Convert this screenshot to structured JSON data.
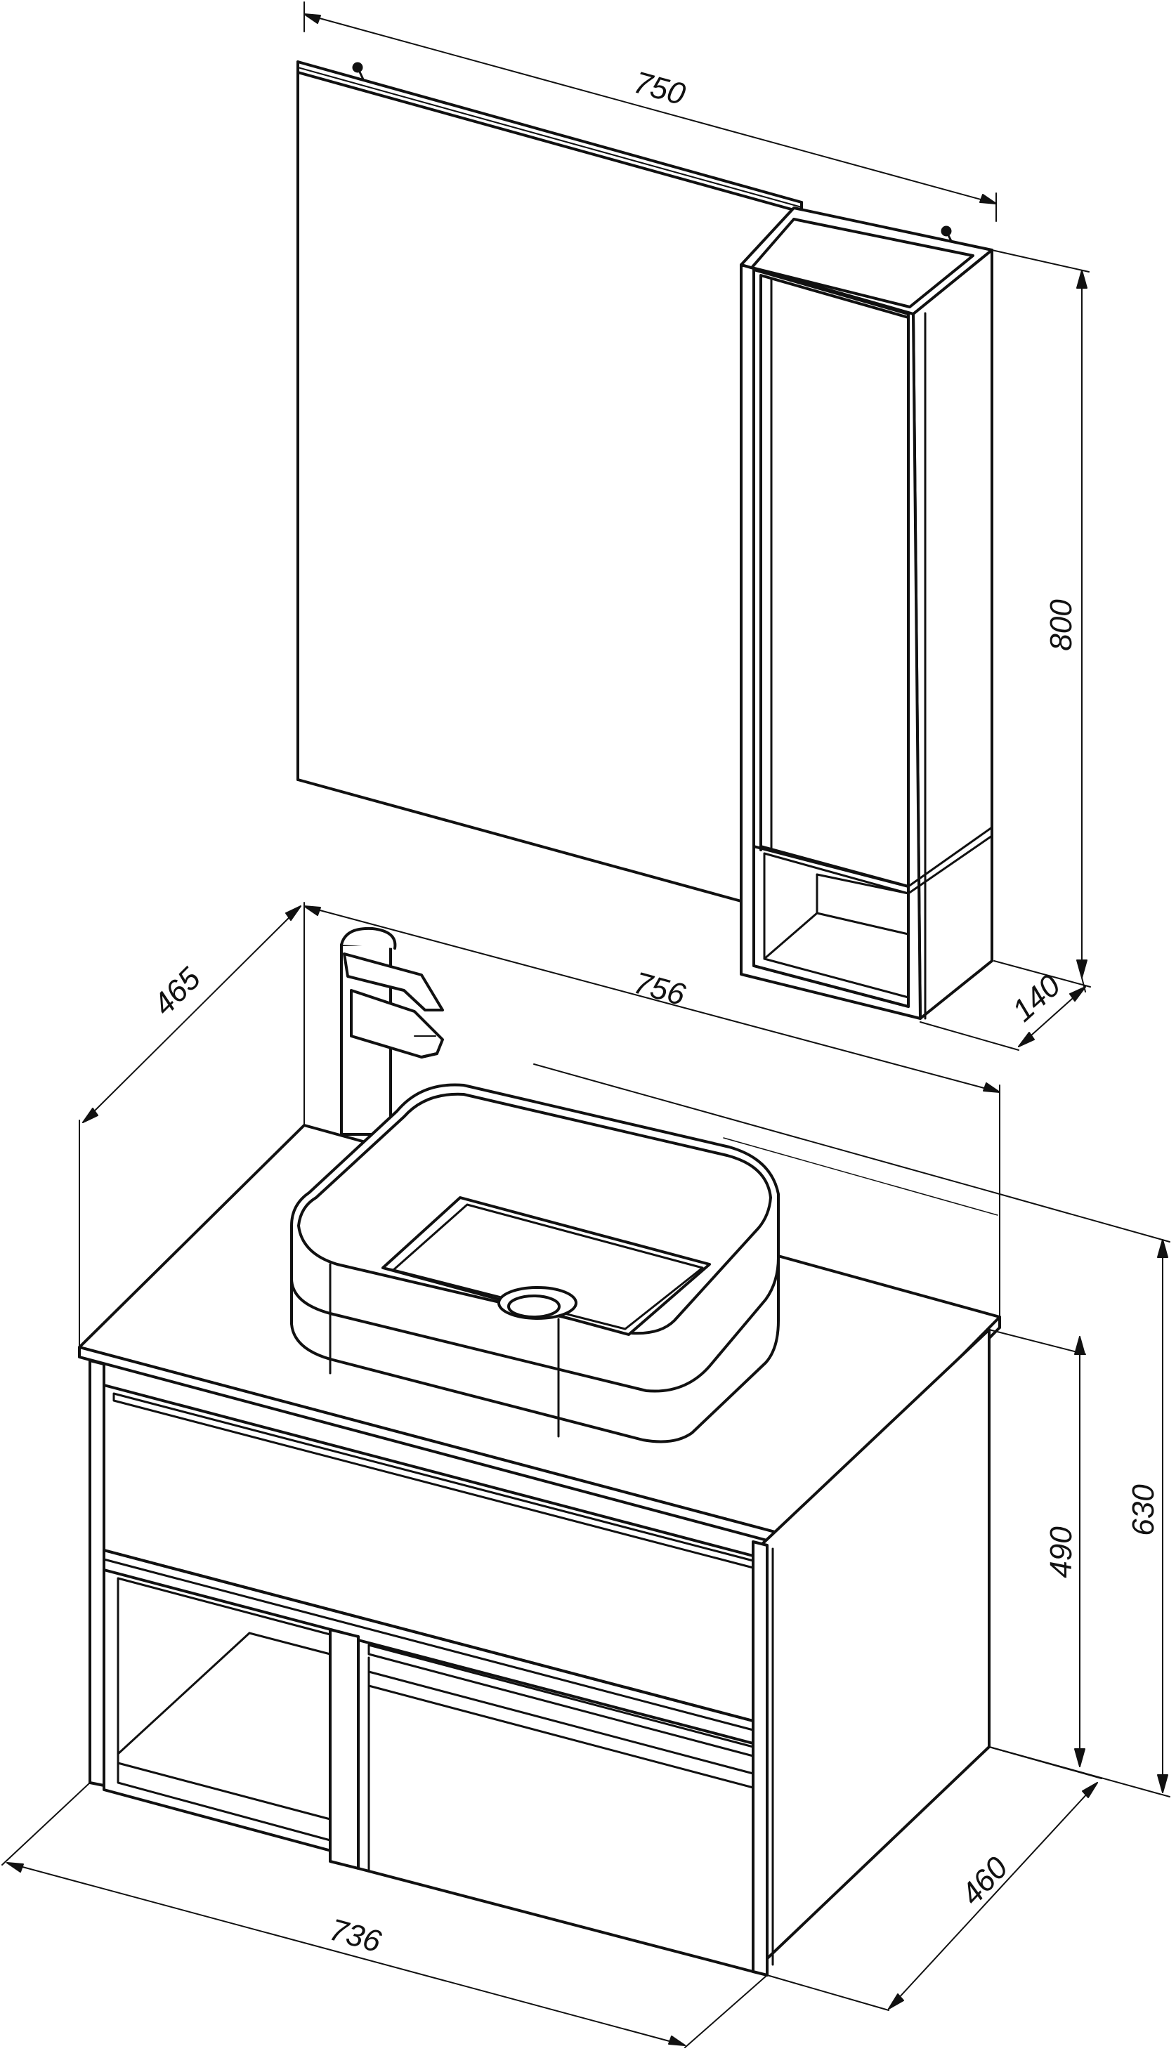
{
  "diagram": {
    "colors": {
      "line": "#111111",
      "background": "#ffffff"
    },
    "mirror_cabinet": {
      "width_label": "750",
      "height_label": "800",
      "depth_label": "140"
    },
    "vanity": {
      "countertop_depth_label": "465",
      "countertop_width_label": "756",
      "overall_height_label": "630",
      "cabinet_height_label": "490",
      "cabinet_depth_label": "460",
      "cabinet_width_label": "736"
    }
  }
}
